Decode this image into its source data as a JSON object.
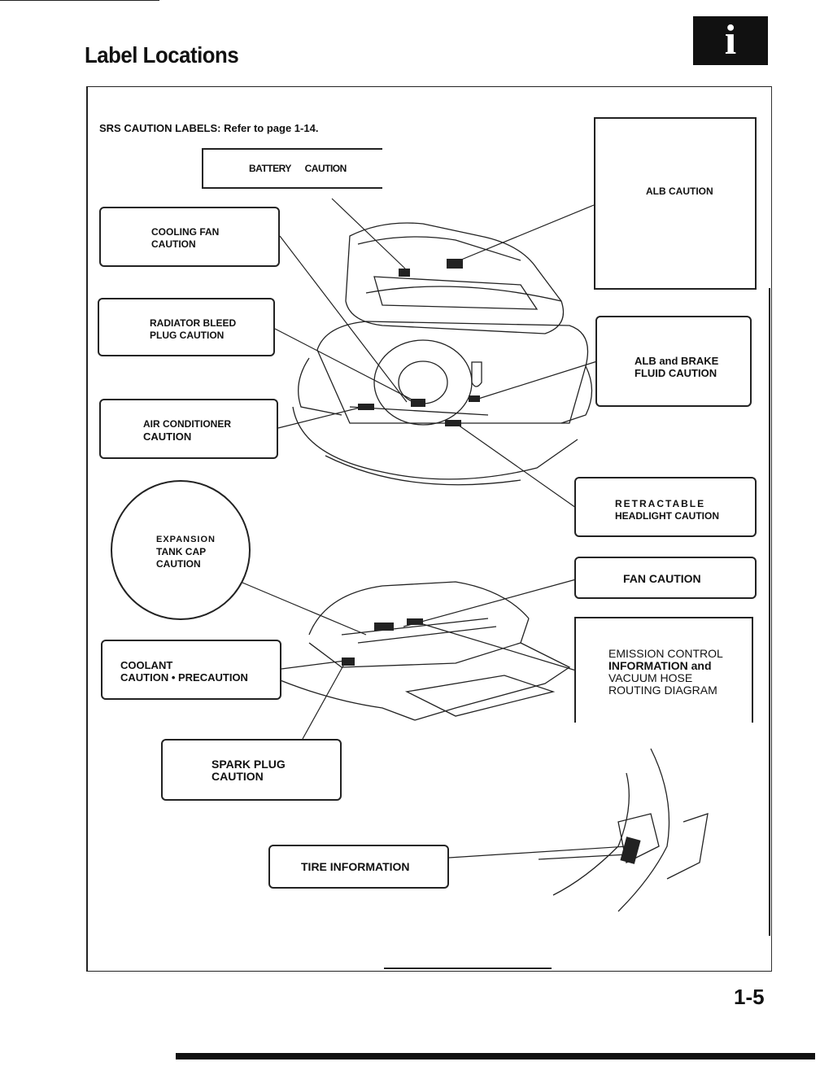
{
  "page": {
    "title": "Label Locations",
    "info_badge": "i",
    "srs_note": "SRS CAUTION LABELS: Refer to page 1-14.",
    "page_number": "1-5"
  },
  "labels": {
    "battery_caution": "BATTERY      CAUTION",
    "alb_caution": "ALB  CAUTION",
    "cooling_fan": [
      "COOLING FAN",
      "CAUTION"
    ],
    "radiator_bleed": [
      "RADIATOR BLEED",
      "PLUG  CAUTION"
    ],
    "alb_brake": [
      "ALB and BRAKE",
      "FLUID CAUTION"
    ],
    "air_conditioner": [
      "AIR  CONDITIONER",
      "CAUTION"
    ],
    "retractable": [
      "RETRACTABLE",
      "HEADLIGHT   CAUTION"
    ],
    "expansion": [
      "EXPANSION",
      "TANK  CAP",
      "CAUTION"
    ],
    "fan_caution": "FAN CAUTION",
    "coolant": [
      "COOLANT",
      "CAUTION • PRECAUTION"
    ],
    "emission": [
      "EMISSION CONTROL",
      "INFORMATION and",
      "VACUUM  HOSE",
      "ROUTING  DIAGRAM"
    ],
    "spark_plug": [
      "SPARK PLUG",
      "CAUTION"
    ],
    "tire_info": "TIRE INFORMATION"
  }
}
